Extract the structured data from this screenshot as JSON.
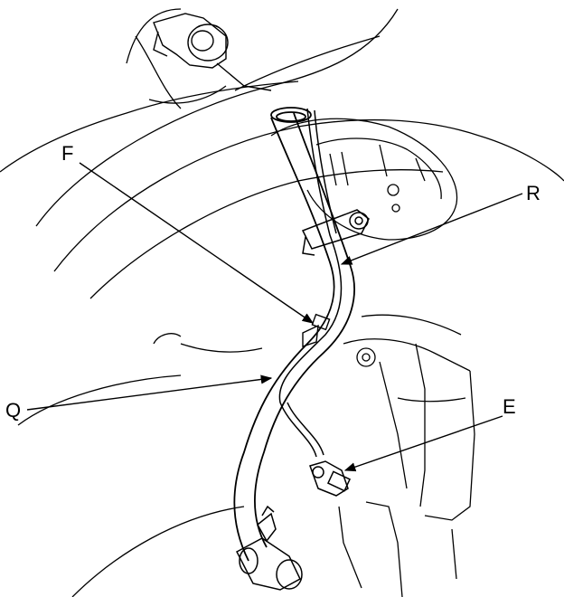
{
  "diagram": {
    "callouts": {
      "F": "F",
      "R": "R",
      "Q": "Q",
      "E": "E"
    },
    "line_color": "#000000",
    "background": "#ffffff"
  }
}
